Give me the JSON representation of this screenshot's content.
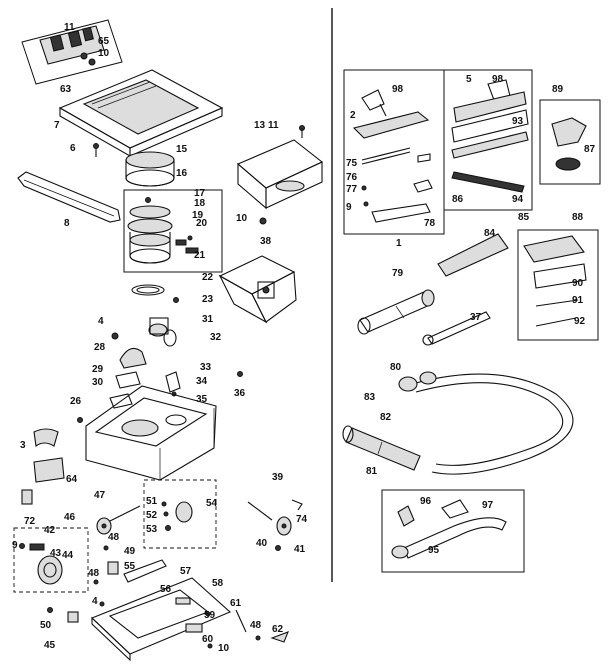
{
  "diagram": {
    "callouts": [
      "11",
      "65",
      "10",
      "63",
      "7",
      "6",
      "15",
      "16",
      "17",
      "18",
      "19",
      "20",
      "21",
      "8",
      "13",
      "11",
      "10",
      "38",
      "22",
      "23",
      "31",
      "32",
      "4",
      "28",
      "33",
      "34",
      "29",
      "30",
      "36",
      "26",
      "35",
      "3",
      "64",
      "72",
      "47",
      "46",
      "39",
      "51",
      "52",
      "53",
      "54",
      "74",
      "40",
      "41",
      "9",
      "42",
      "43",
      "44",
      "48",
      "49",
      "55",
      "48",
      "50",
      "45",
      "57",
      "56",
      "58",
      "4",
      "60",
      "59",
      "61",
      "48",
      "62",
      "10",
      "98",
      "2",
      "75",
      "76",
      "77",
      "9",
      "78",
      "1",
      "5",
      "98",
      "93",
      "86",
      "94",
      "85",
      "89",
      "87",
      "88",
      "84",
      "79",
      "90",
      "91",
      "92",
      "37",
      "80",
      "83",
      "82",
      "81",
      "96",
      "97",
      "95"
    ]
  }
}
